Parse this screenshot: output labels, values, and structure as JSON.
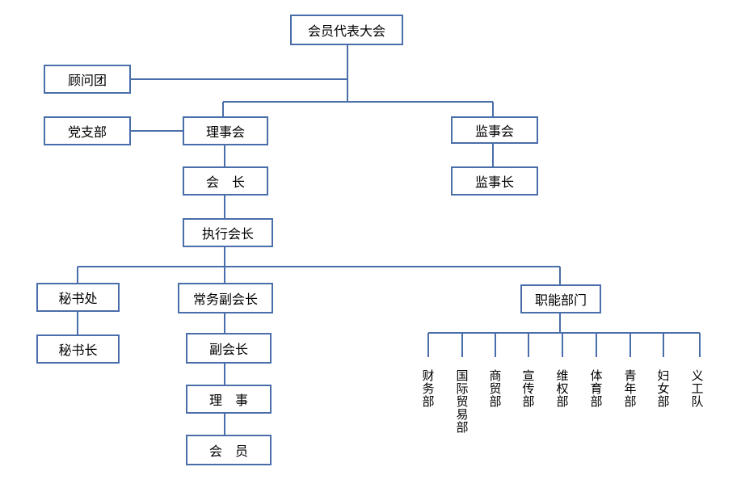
{
  "nodes": {
    "assembly": "会员代表大会",
    "advisory": "顾问团",
    "party": "党支部",
    "council": "理事会",
    "supervisory": "监事会",
    "chief_supervisor": "监事长",
    "president": "会　长",
    "exec_president": "执行会长",
    "secretariat": "秘书处",
    "secretary_general": "秘书长",
    "standing_vp": "常务副会长",
    "vp": "副会长",
    "director": "理　事",
    "member": "会　员",
    "functional": "职能部门"
  },
  "departments": [
    "财务部",
    "国际贸易部",
    "商贸部",
    "宣传部",
    "维权部",
    "体育部",
    "青年部",
    "妇女部",
    "义工队"
  ],
  "colors": {
    "line": "#4a6ea9",
    "box_border": "#4a6ea9"
  }
}
